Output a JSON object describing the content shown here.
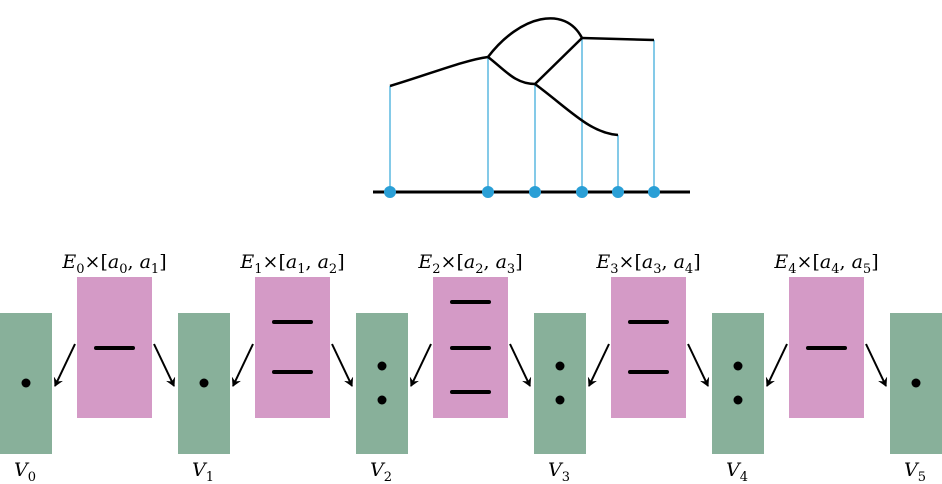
{
  "colors": {
    "vertex_space": "#88b09a",
    "edge_space": "#d49ac6",
    "projection_line": "#5bb8e0",
    "critical_point": "#2a9fd6",
    "curve": "#000000"
  },
  "vertex_spaces": [
    {
      "label": "V",
      "sub": "0",
      "points": 1
    },
    {
      "label": "V",
      "sub": "1",
      "points": 1
    },
    {
      "label": "V",
      "sub": "2",
      "points": 2
    },
    {
      "label": "V",
      "sub": "3",
      "points": 2
    },
    {
      "label": "V",
      "sub": "4",
      "points": 2
    },
    {
      "label": "V",
      "sub": "5",
      "points": 1
    }
  ],
  "edge_spaces": [
    {
      "label": "E",
      "sub": "0",
      "a_left": "a",
      "a_left_sub": "0",
      "a_right": "a",
      "a_right_sub": "1",
      "segments": 1
    },
    {
      "label": "E",
      "sub": "1",
      "a_left": "a",
      "a_left_sub": "1",
      "a_right": "a",
      "a_right_sub": "2",
      "segments": 2
    },
    {
      "label": "E",
      "sub": "2",
      "a_left": "a",
      "a_left_sub": "2",
      "a_right": "a",
      "a_right_sub": "3",
      "segments": 3
    },
    {
      "label": "E",
      "sub": "3",
      "a_left": "a",
      "a_left_sub": "3",
      "a_right": "a",
      "a_right_sub": "4",
      "segments": 2
    },
    {
      "label": "E",
      "sub": "4",
      "a_left": "a",
      "a_left_sub": "4",
      "a_right": "a",
      "a_right_sub": "5",
      "segments": 1
    }
  ],
  "times_symbol": "×"
}
